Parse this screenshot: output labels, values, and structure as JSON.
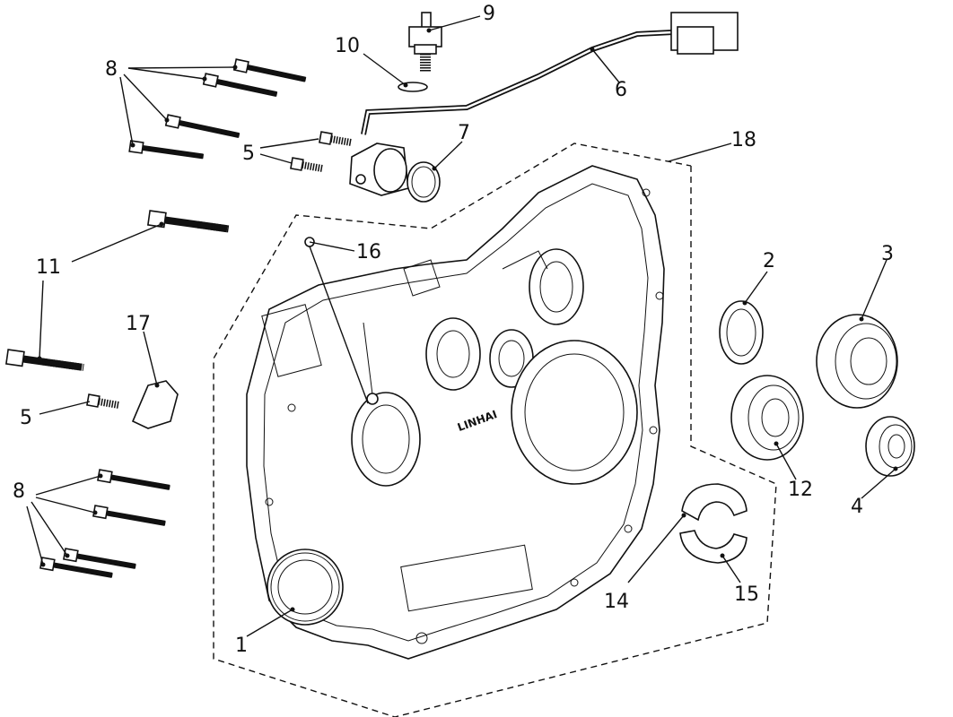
{
  "diagram": {
    "callouts": [
      {
        "id": "p1",
        "label": "1"
      },
      {
        "id": "p2",
        "label": "2"
      },
      {
        "id": "p3",
        "label": "3"
      },
      {
        "id": "p4",
        "label": "4"
      },
      {
        "id": "p5a",
        "label": "5"
      },
      {
        "id": "p5b",
        "label": "5"
      },
      {
        "id": "p6",
        "label": "6"
      },
      {
        "id": "p7",
        "label": "7"
      },
      {
        "id": "p8a",
        "label": "8"
      },
      {
        "id": "p8b",
        "label": "8"
      },
      {
        "id": "p9",
        "label": "9"
      },
      {
        "id": "p10",
        "label": "10"
      },
      {
        "id": "p11",
        "label": "11"
      },
      {
        "id": "p12",
        "label": "12"
      },
      {
        "id": "p14",
        "label": "14"
      },
      {
        "id": "p15",
        "label": "15"
      },
      {
        "id": "p16",
        "label": "16"
      },
      {
        "id": "p17",
        "label": "17"
      },
      {
        "id": "p18",
        "label": "18"
      }
    ],
    "crankcase_mark": "LINHAI"
  }
}
